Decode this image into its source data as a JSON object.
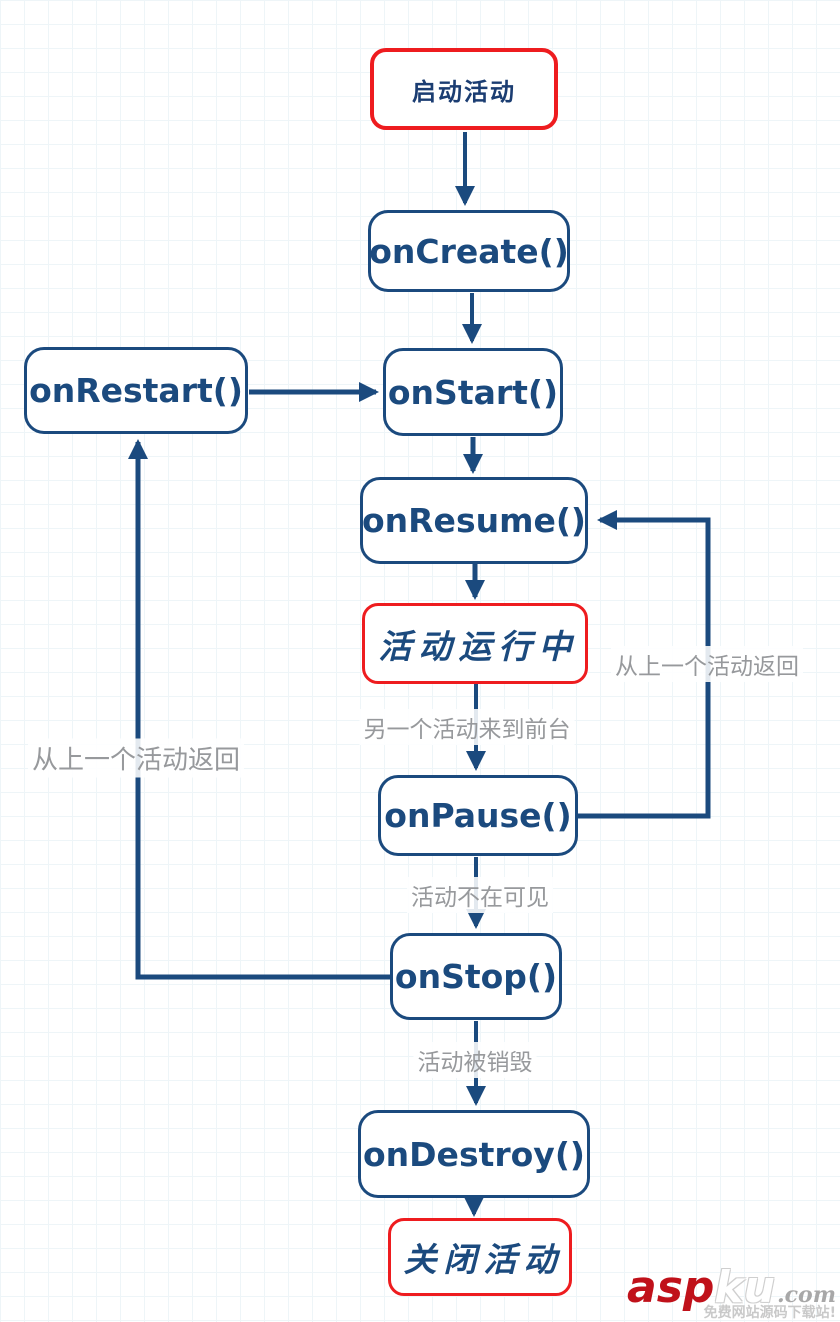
{
  "diagram": {
    "subject": "activity-lifecycle-flowchart",
    "colors": {
      "node_border_blue": "#1b4a7e",
      "node_border_red": "#ee1c1f",
      "node_text_navy": "#1b4a7e",
      "edge_stroke": "#1b4a7e",
      "edge_label_gray": "#97999c",
      "grid_line": "#eef5f8",
      "background": "#ffffff"
    },
    "nodes": [
      {
        "id": "start-activity",
        "label": "启动活动",
        "style": "red-terminal"
      },
      {
        "id": "oncreate",
        "label": "onCreate()",
        "style": "blue"
      },
      {
        "id": "onrestart",
        "label": "onRestart()",
        "style": "blue"
      },
      {
        "id": "onstart",
        "label": "onStart()",
        "style": "blue"
      },
      {
        "id": "onresume",
        "label": "onResume()",
        "style": "blue"
      },
      {
        "id": "activity-running",
        "label": "活动运行中",
        "style": "red-state"
      },
      {
        "id": "onpause",
        "label": "onPause()",
        "style": "blue"
      },
      {
        "id": "onstop",
        "label": "onStop()",
        "style": "blue"
      },
      {
        "id": "ondestroy",
        "label": "onDestroy()",
        "style": "blue"
      },
      {
        "id": "close-activity",
        "label": "关闭活动",
        "style": "red-state"
      }
    ],
    "edge_labels": [
      {
        "id": "return-from-previous-right",
        "text": "从上一个活动返回",
        "edge": "onpause-to-onresume"
      },
      {
        "id": "another-activity-foreground",
        "text": "另一个活动来到前台",
        "edge": "running-to-onpause"
      },
      {
        "id": "activity-not-visible",
        "text": "活动不在可见",
        "edge": "onpause-to-onstop"
      },
      {
        "id": "return-from-previous-left",
        "text": "从上一个活动返回",
        "edge": "onstop-to-onrestart"
      },
      {
        "id": "activity-destroyed",
        "text": "活动被销毁",
        "edge": "onstop-to-ondestroy"
      }
    ]
  },
  "watermark": {
    "asp": "asp",
    "ku": "ku",
    "dotcom": ".com",
    "tagline": "免费网站源码下载站!"
  }
}
